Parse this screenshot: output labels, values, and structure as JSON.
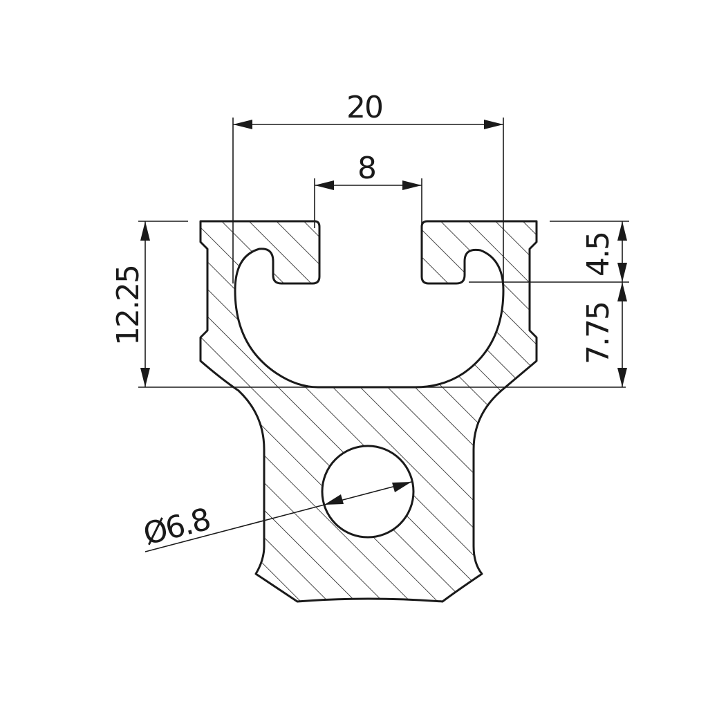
{
  "dimensions": {
    "overall_width": "20",
    "slot_opening": "8",
    "total_height": "12.25",
    "lip_height": "4.5",
    "lower_height": "7.75",
    "bore_diameter": "Ø6.8"
  }
}
